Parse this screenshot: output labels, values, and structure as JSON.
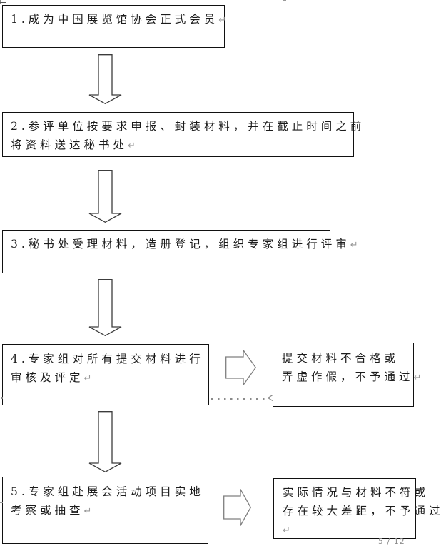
{
  "page": {
    "return_mark": "↵",
    "page_number_fragment": "5 / 12"
  },
  "colors": {
    "box_border": "#111111",
    "down_arrow_outline": "#3c3c3c",
    "right_arrow_outline": "#7f7f7f",
    "dotted_connector": "#8a8a8a",
    "return_mark": "#9a9a9a",
    "page_number": "#8c8c8c"
  },
  "boxes": {
    "step1": {
      "line1": "1.成为中国展览馆协会正式会员"
    },
    "step2": {
      "line1": "2.参评单位按要求申报、封装材料，并在截止时间之前",
      "line2": "将资料送达秘书处"
    },
    "step3": {
      "line1": "3.秘书处受理材料，造册登记，组织专家组进行评审"
    },
    "step4": {
      "line1": "4.专家组对所有提交材料进行",
      "line2": "审核及评定"
    },
    "step5": {
      "line1": "5.专家组赴展会活动项目实地",
      "line2": "考察或抽查"
    },
    "outcome4": {
      "line1": "提交材料不合格或",
      "line2": "弄虚作假，不予通过"
    },
    "outcome5": {
      "line1": "实际情况与材料不符或",
      "line2": "存在较大差距，不予通过"
    }
  }
}
